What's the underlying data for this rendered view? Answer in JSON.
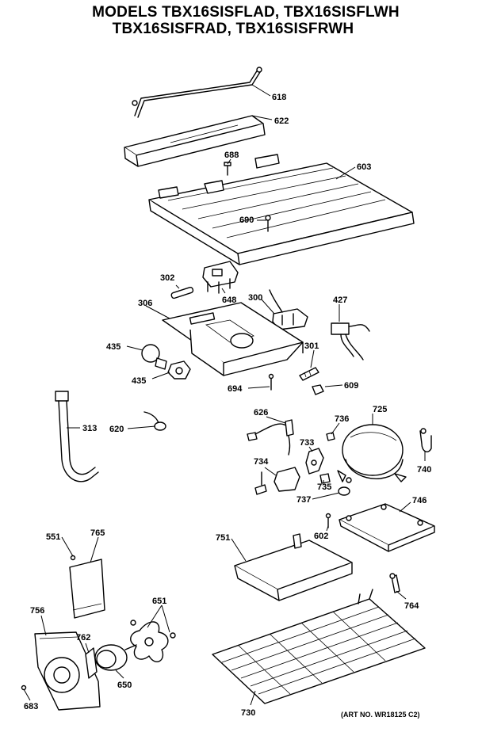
{
  "header": {
    "line1": "MODELS TBX16SISFLAD, TBX16SISFLWH",
    "line2": "TBX16SISFRAD, TBX16SISFRWH"
  },
  "parts": {
    "p618": "618",
    "p622": "622",
    "p688": "688",
    "p603": "603",
    "p690": "690",
    "p302": "302",
    "p648": "648",
    "p300": "300",
    "p427": "427",
    "p306": "306",
    "p435a": "435",
    "p301": "301",
    "p435b": "435",
    "p694": "694",
    "p609": "609",
    "p313": "313",
    "p620": "620",
    "p626": "626",
    "p736": "736",
    "p725": "725",
    "p733": "733",
    "p740": "740",
    "p734": "734",
    "p735": "735",
    "p737": "737",
    "p746": "746",
    "p551": "551",
    "p765": "765",
    "p751": "751",
    "p602": "602",
    "p764": "764",
    "p756": "756",
    "p651": "651",
    "p762": "762",
    "p650": "650",
    "p683": "683",
    "p730": "730"
  },
  "footer": {
    "art_no": "(ART NO. WR18125 C2)"
  }
}
